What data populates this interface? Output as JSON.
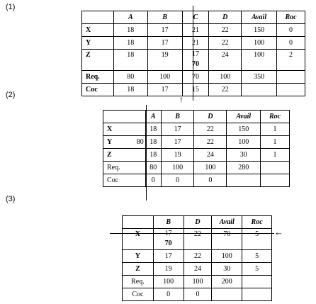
{
  "labels": {
    "p1": "(1)",
    "p2": "(2)",
    "p3": "(3)"
  },
  "t1": {
    "headers": [
      "",
      "A",
      "B",
      "C",
      "D",
      "Avail",
      "Roc"
    ],
    "rows": [
      [
        "X",
        "18",
        "17",
        "21",
        "22",
        "150",
        "0"
      ],
      [
        "Y",
        "18",
        "17",
        "21",
        "22",
        "100",
        "0"
      ],
      [
        "Z",
        "18",
        "19",
        "17",
        "24",
        "100",
        "2"
      ],
      [
        "Req.",
        "80",
        "100",
        "70",
        "100",
        "350",
        ""
      ],
      [
        "Coc",
        "18",
        "17",
        "15",
        "22",
        "",
        ""
      ]
    ],
    "z_c_sub": "70"
  },
  "t2": {
    "headers": [
      "",
      "A",
      "B",
      "D",
      "Avail",
      "Roc"
    ],
    "rows": [
      [
        "X",
        "18",
        "17",
        "22",
        "150",
        "1"
      ],
      [
        "Y",
        "18",
        "17",
        "22",
        "100",
        "1"
      ],
      [
        "Z",
        "18",
        "19",
        "24",
        "30",
        "1"
      ],
      [
        "Req.",
        "80",
        "100",
        "100",
        "280",
        ""
      ],
      [
        "Coc",
        "0",
        "0",
        "0",
        "",
        ""
      ]
    ],
    "y_a_prefix": "80"
  },
  "t3": {
    "headers": [
      "",
      "B",
      "D",
      "Avail",
      "Roc"
    ],
    "rows": [
      [
        "X",
        "17",
        "22",
        "70",
        "5"
      ],
      [
        "Y",
        "17",
        "22",
        "100",
        "5"
      ],
      [
        "Z",
        "19",
        "24",
        "30",
        "5"
      ],
      [
        "Req.",
        "100",
        "100",
        "200",
        ""
      ],
      [
        "Coc",
        "0",
        "0",
        "",
        ""
      ]
    ],
    "x_b_sub": "70"
  },
  "arrows": {
    "up": "↑",
    "left": "←"
  }
}
